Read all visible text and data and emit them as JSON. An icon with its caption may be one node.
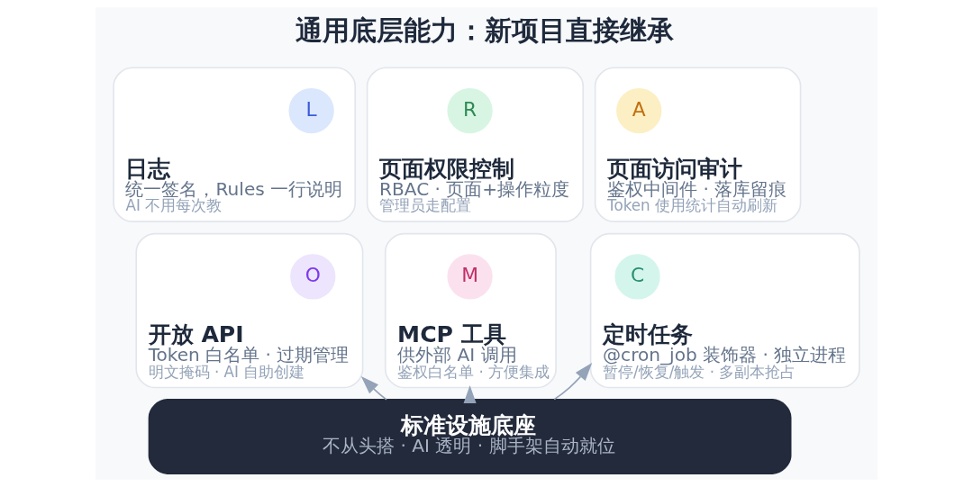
{
  "diagram": {
    "title": "通用底层能力：新项目直接继承",
    "nodes": [
      {
        "text": [
          "日志",
          "统一签名，Rules 一行说明",
          "AI 不用每次教"
        ]
      },
      {
        "text": [
          "L"
        ],
        "in": 0
      },
      {
        "text": [
          "页面权限控制",
          "RBAC · 页面+操作粒度",
          "管理员走配置"
        ]
      },
      {
        "text": [
          "R"
        ],
        "in": 2
      },
      {
        "text": [
          "页面访问审计",
          "鉴权中间件 · 落库留痕",
          "Token 使用统计自动刷新"
        ]
      },
      {
        "text": [
          "A"
        ],
        "in": 4
      },
      {
        "text": [
          "开放 API",
          "Token 白名单 · 过期管理",
          "明文掩码 · AI 自助创建"
        ]
      },
      {
        "text": [
          "O"
        ],
        "in": 6
      },
      {
        "text": [
          "MCP 工具",
          "供外部 AI 调用",
          "鉴权白名单 · 方便集成"
        ]
      },
      {
        "text": [
          "M"
        ],
        "in": 8
      },
      {
        "text": [
          "定时任务",
          "@cron_job 装饰器 · 独立进程",
          "暂停/恢复/触发 · 多副本抢占"
        ]
      },
      {
        "text": [
          "C"
        ],
        "in": 10
      },
      {
        "text": [
          "标准设施底座",
          "不从头搭 · AI 透明 · 脚手架自动就位"
        ]
      }
    ],
    "edges": [
      {
        "from": 12,
        "to": 6,
        "arrow": "to"
      },
      {
        "from": 12,
        "to": 8,
        "arrow": "to"
      },
      {
        "from": 12,
        "to": 10,
        "arrow": "to"
      }
    ]
  }
}
